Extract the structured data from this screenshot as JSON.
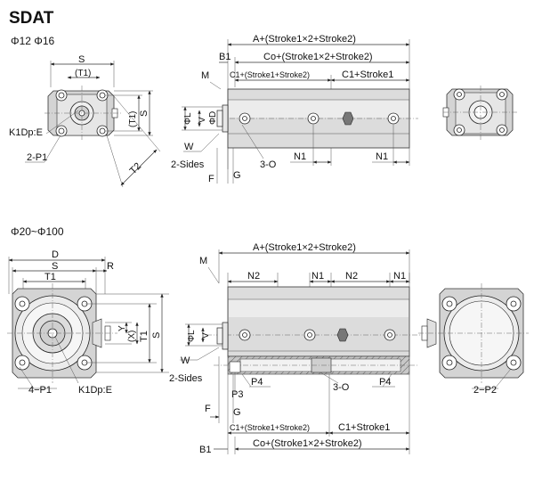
{
  "title": "SDAT",
  "small": {
    "range": "Φ12 Φ16",
    "labels": {
      "S": "S",
      "T1": "(T1)",
      "T1_vertical": "(T1)",
      "S_vertical": "S",
      "K1": "K1Dp:E",
      "P1": "2-P1",
      "T2": "T2",
      "M": "M",
      "B1": "B1",
      "A": "A+(Stroke1×2+Stroke2)",
      "Co": "Co+(Stroke1×2+Stroke2)",
      "C1a": "C1+(Stroke1+Stroke2)",
      "C1b": "C1+Stroke1",
      "L": "ΦL",
      "V": "V",
      "D": "ΦD",
      "W": "W",
      "sides": "2-Sides",
      "F": "F",
      "G": "G",
      "O": "3-O",
      "N1a": "N1",
      "N1b": "N1"
    }
  },
  "large": {
    "range": "Φ20~Φ100",
    "labels": {
      "D": "D",
      "S": "S",
      "R": "R",
      "T1": "T1",
      "Y": "Y",
      "X": "(X)",
      "T1_vertical": "T1",
      "S_vertical": "S",
      "P1": "4−P1",
      "K1": "K1Dp:E",
      "M": "M",
      "A": "A+(Stroke1×2+Stroke2)",
      "N2a": "N2",
      "N1a": "N1",
      "N2b": "N2",
      "N1b": "N1",
      "L": "ΦL",
      "V": "V",
      "W": "W",
      "sides": "2-Sides",
      "P3": "P3",
      "P4a": "P4",
      "O": "3-O",
      "P4b": "P4",
      "F": "F",
      "G": "G",
      "C1a": "C1+(Stroke1+Stroke2)",
      "C1b": "C1+Stroke1",
      "B1": "B1",
      "Co": "Co+(Stroke1×2+Stroke2)",
      "P2": "2−P2"
    }
  }
}
